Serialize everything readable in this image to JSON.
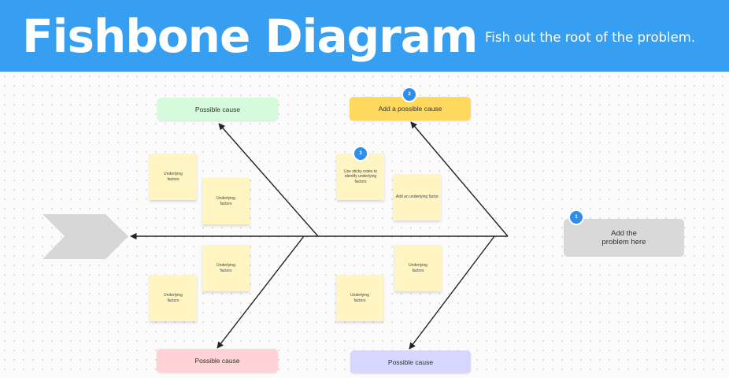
{
  "header": {
    "title": "Fishbone Diagram",
    "subtitle": "Fish out the root of the problem."
  },
  "problem": {
    "text": "Add the\nproblem here",
    "badge": "1"
  },
  "causes": {
    "top_left": "Possible cause",
    "top_right": "Add a possible cause",
    "top_right_badge": "2",
    "bottom_left": "Possible cause",
    "bottom_right": "Possible cause"
  },
  "notes": {
    "tl_1": "Underlying\nfactors",
    "tl_2": "Underlying\nfactors",
    "tr_1": "Use sticky notes to\nidentify underlying\nfactors",
    "tr_1_badge": "3",
    "tr_2": "Add an underlying factor",
    "bl_1": "Underlying\nfactors",
    "bl_2": "Underlying\nfactors",
    "br_1": "Underlying\nfactors",
    "br_2": "Underlying\nfactors"
  },
  "colors": {
    "header_bg": "#379ff1",
    "cause_green": "#d5fadc",
    "cause_yellow": "#ffd95e",
    "cause_pink": "#ffd2d8",
    "cause_lavender": "#d6d6ff",
    "sticky_note": "#fff5c2",
    "problem_box": "#d9d9d9",
    "badge": "#2f8ded",
    "fish_head": "#d7d7d7"
  }
}
